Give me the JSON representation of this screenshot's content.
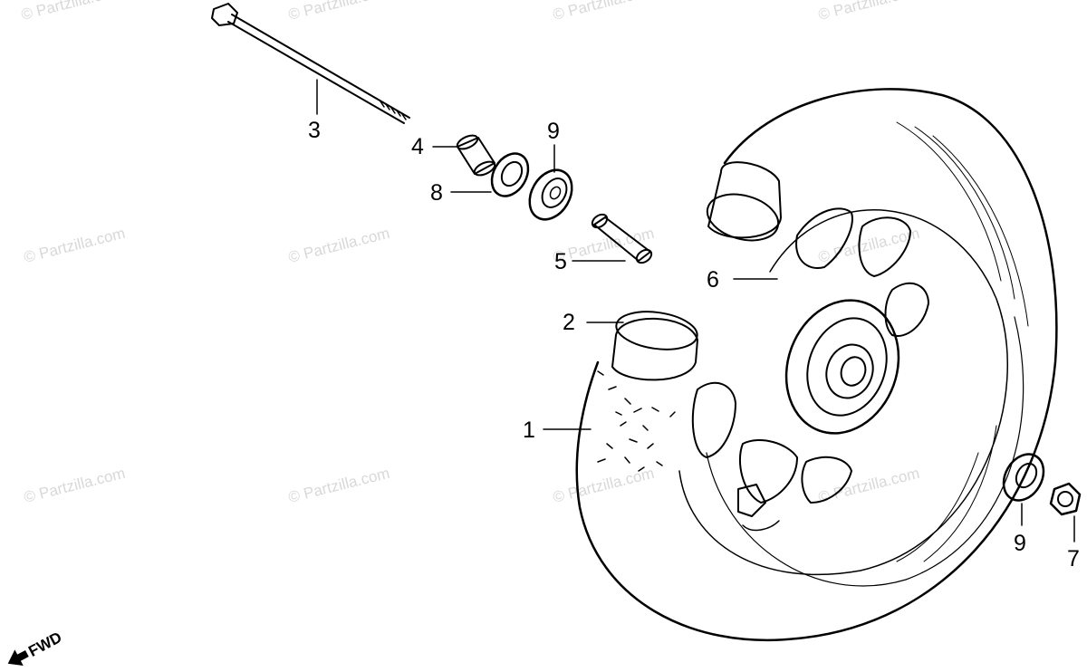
{
  "watermark": "© Partzilla.com",
  "direction_label": "FWD",
  "callouts": {
    "c1": "1",
    "c2": "2",
    "c3": "3",
    "c4": "4",
    "c5": "5",
    "c6": "6",
    "c7": "7",
    "c8": "8",
    "c9a": "9",
    "c9b": "9"
  }
}
